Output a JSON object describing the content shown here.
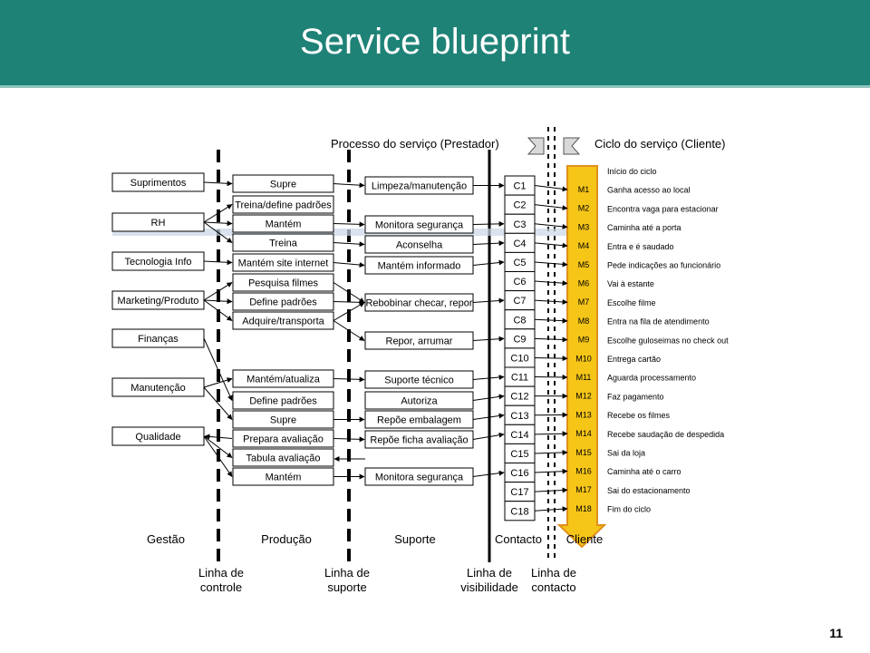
{
  "title": "Service blueprint",
  "page_number": "11",
  "headers": {
    "provider": "Processo do serviço (Prestador)",
    "client": "Ciclo do serviço (Cliente)"
  },
  "management": [
    "Suprimentos",
    "RH",
    "Tecnologia Info",
    "Marketing/Produto",
    "Finanças",
    "Manutenção",
    "Qualidade"
  ],
  "production": [
    "Supre",
    "Treina/define padrões",
    "Mantém",
    "Treina",
    "Mantém site internet",
    "Pesquisa filmes",
    "Define padrões",
    "Adquire/transporta",
    "Mantém/atualiza",
    "Define padrões",
    "Supre",
    "Prepara avaliação",
    "Tabula avaliação",
    "Mantém"
  ],
  "support": [
    "Limpeza/manutenção",
    "Monitora segurança",
    "Aconselha",
    "Mantém informado",
    "Rebobinar checar, repor",
    "Repor, arrumar",
    "Suporte técnico",
    "Autoriza",
    "Repõe embalagem",
    "Repõe ficha avaliação",
    "Monitora segurança"
  ],
  "contacts": [
    "C1",
    "C2",
    "C3",
    "C4",
    "C5",
    "C6",
    "C7",
    "C8",
    "C9",
    "C10",
    "C11",
    "C12",
    "C13",
    "C14",
    "C15",
    "C16",
    "C17",
    "C18"
  ],
  "moments": [
    "M1",
    "M2",
    "M3",
    "M4",
    "M5",
    "M6",
    "M7",
    "M8",
    "M9",
    "M10",
    "M11",
    "M12",
    "M13",
    "M14",
    "M15",
    "M16",
    "M17",
    "M18"
  ],
  "cycle_steps": [
    "Início do ciclo",
    "Ganha acesso ao local",
    "Encontra vaga para estacionar",
    "Caminha até a porta",
    "Entra e é saudado",
    "Pede indicações ao funcionário",
    "Vai à estante",
    "Escolhe filme",
    "Entra na fila de atendimento",
    "Escolhe guloseimas no check out",
    "Entrega cartão",
    "Aguarda processamento",
    "Faz pagamento",
    "Recebe os filmes",
    "Recebe saudação de despedida",
    "Sai da loja",
    "Caminha até o carro",
    "Sai do estacionamento",
    "Fim do ciclo"
  ],
  "zones": [
    "Gestão",
    "Produção",
    "Suporte",
    "Contacto",
    "Cliente"
  ],
  "lines": {
    "control": [
      "Linha de",
      "controle"
    ],
    "support": [
      "Linha de",
      "suporte"
    ],
    "visibility": [
      "Linha de",
      "visibilidade"
    ],
    "contact": [
      "Linha de",
      "contacto"
    ]
  },
  "colors": {
    "banner": "#1f8277",
    "arrow_fill": "#f5c518",
    "arrow_stroke": "#e0901a"
  }
}
